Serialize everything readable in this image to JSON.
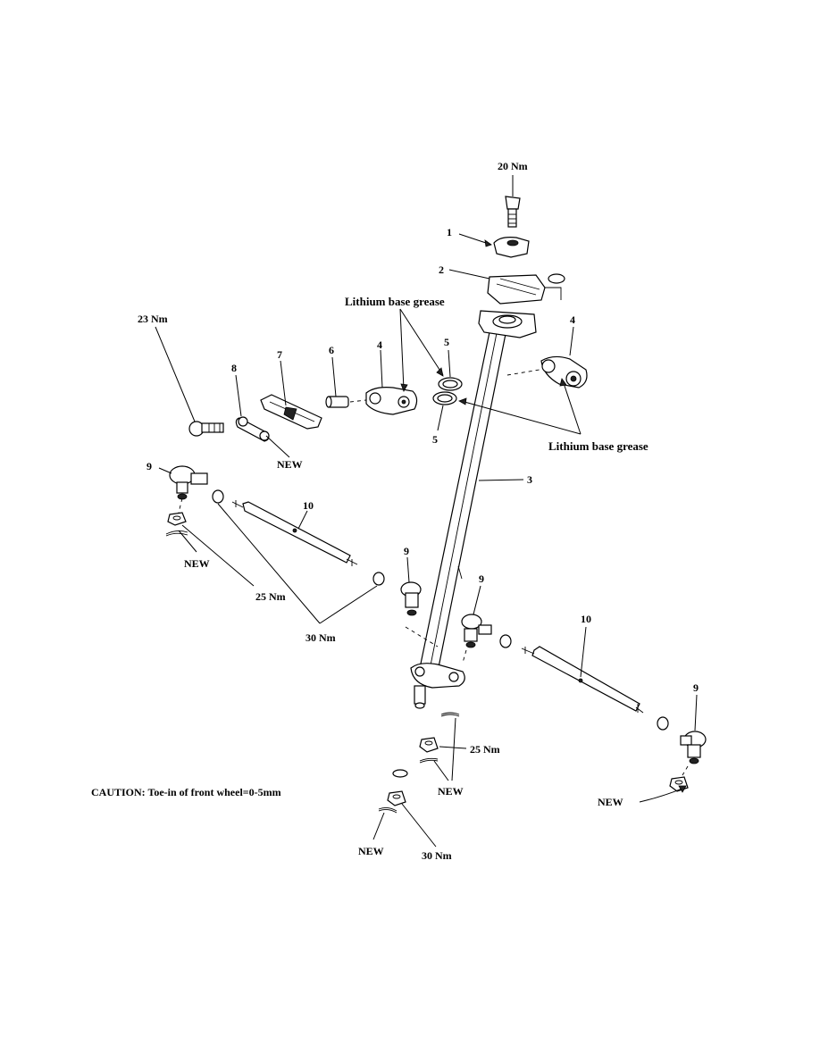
{
  "callouts": {
    "part_1": "1",
    "part_2": "2",
    "part_3": "3",
    "part_4_left": "4",
    "part_4_right": "4",
    "part_5_top": "5",
    "part_5_bottom": "5",
    "part_6": "6",
    "part_7": "7",
    "part_8": "8",
    "part_9_left": "9",
    "part_9_center_left": "9",
    "part_9_center_right": "9",
    "part_9_right": "9",
    "part_10_left": "10",
    "part_10_right": "10"
  },
  "torques": {
    "top_bolt": "20 Nm",
    "side_bolt": "23 Nm",
    "left_tie_nut": "25 Nm",
    "left_locknuts": "30 Nm",
    "center_nut": "25 Nm",
    "bottom_nut": "30 Nm"
  },
  "notes": {
    "grease_top": "Lithium base grease",
    "grease_right": "Lithium base grease",
    "new_1": "NEW",
    "new_2": "NEW",
    "new_3": "NEW",
    "new_4": "NEW",
    "new_5": "NEW",
    "caution": "CAUTION: Toe-in of front wheel=0-5mm"
  }
}
